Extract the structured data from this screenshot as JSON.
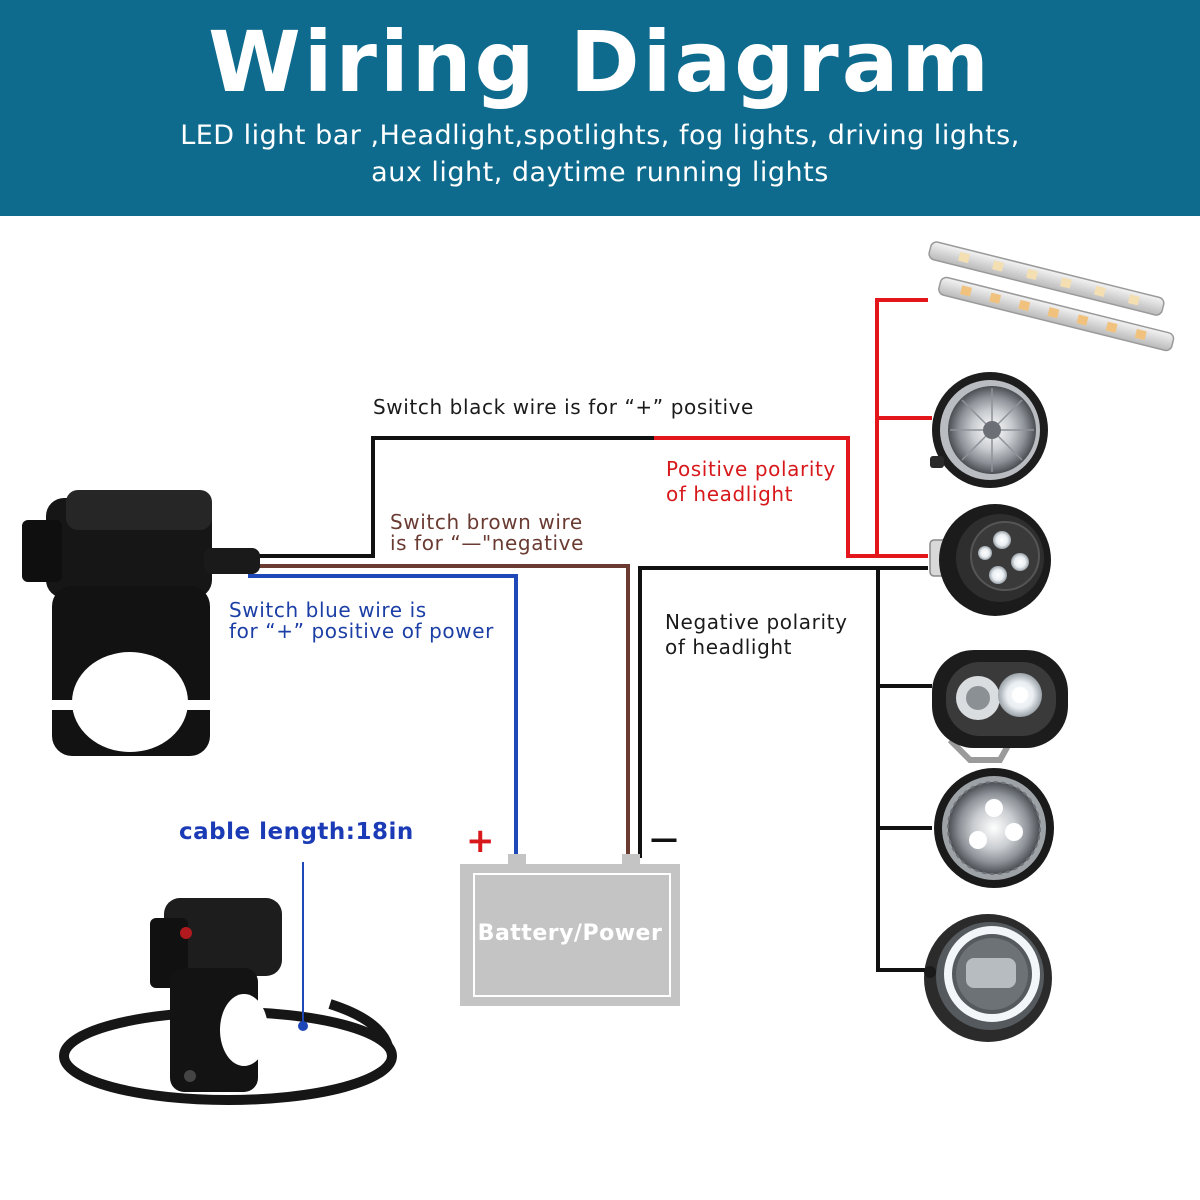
{
  "header": {
    "title": "Wiring Diagram",
    "subtitle_line1": "LED light bar ,Headlight,spotlights, fog lights, driving lights,",
    "subtitle_line2": "aux light, daytime running lights"
  },
  "labels": {
    "black_wire": "Switch black wire is for “+” positive",
    "positive_polarity_line1": "Positive polarity",
    "positive_polarity_line2": "of headlight",
    "brown_wire_line1": "Switch brown wire",
    "brown_wire_line2": "is for “—\"negative",
    "blue_wire_line1": "Switch blue wire is",
    "blue_wire_line2": "for “+” positive of power",
    "negative_polarity_line1": "Negative polarity",
    "negative_polarity_line2": "of headlight",
    "cable_length": "cable length:18in",
    "battery": "Battery/Power",
    "plus": "+",
    "minus": "—"
  },
  "colors": {
    "banner": "#0e6b8e",
    "black_wire": "#111111",
    "red_wire": "#e3161b",
    "brown_wire": "#6b3a30",
    "blue_wire": "#1e47b8",
    "battery": "#c4c4c4"
  },
  "components": [
    "handlebar-switch",
    "led-light-bar",
    "round-headlight",
    "led-spotlight",
    "oval-fog-light",
    "round-driving-light",
    "halo-headlight",
    "battery",
    "switch-with-cable"
  ]
}
